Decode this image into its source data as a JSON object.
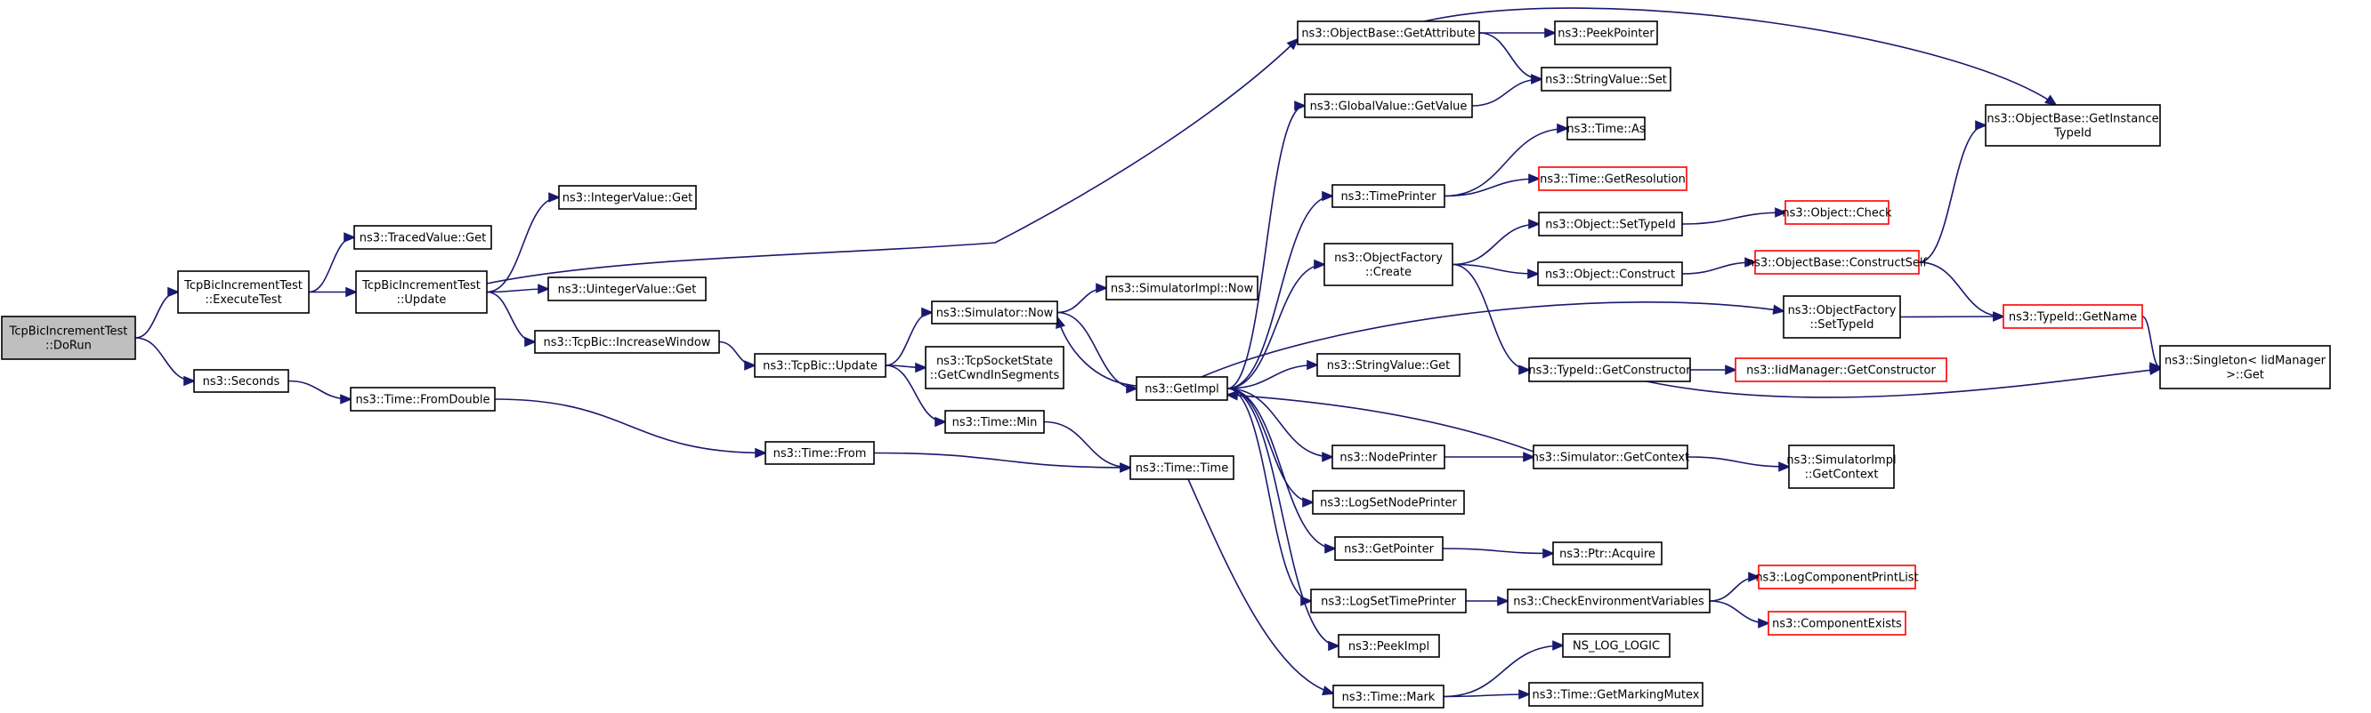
{
  "colors": {
    "edge": "#191970",
    "node_border": "#000000",
    "node_border_truncated": "#ff0000",
    "root_fill": "#bfbfbf",
    "node_fill": "#ffffff",
    "text": "#000000"
  },
  "nodes": [
    {
      "id": "dorun",
      "lines": [
        "TcpBicIncrementTest",
        "::DoRun"
      ],
      "style": "root"
    },
    {
      "id": "executetest",
      "lines": [
        "TcpBicIncrementTest",
        "::ExecuteTest"
      ]
    },
    {
      "id": "seconds",
      "lines": [
        "ns3::Seconds"
      ]
    },
    {
      "id": "tracedvalue_get",
      "lines": [
        "ns3::TracedValue::Get"
      ]
    },
    {
      "id": "update",
      "lines": [
        "TcpBicIncrementTest",
        "::Update"
      ]
    },
    {
      "id": "fromdouble",
      "lines": [
        "ns3::Time::FromDouble"
      ]
    },
    {
      "id": "integervalue_get",
      "lines": [
        "ns3::IntegerValue::Get"
      ]
    },
    {
      "id": "uintegervalue_get",
      "lines": [
        "ns3::UintegerValue::Get"
      ]
    },
    {
      "id": "increasewindow",
      "lines": [
        "ns3::TcpBic::IncreaseWindow"
      ]
    },
    {
      "id": "tcpbic_update",
      "lines": [
        "ns3::TcpBic::Update"
      ]
    },
    {
      "id": "time_from",
      "lines": [
        "ns3::Time::From"
      ]
    },
    {
      "id": "simulator_now",
      "lines": [
        "ns3::Simulator::Now"
      ]
    },
    {
      "id": "getcwndinsegments",
      "lines": [
        "ns3::TcpSocketState",
        "::GetCwndInSegments"
      ]
    },
    {
      "id": "time_min",
      "lines": [
        "ns3::Time::Min"
      ]
    },
    {
      "id": "simulatorimpl_now",
      "lines": [
        "ns3::SimulatorImpl::Now"
      ]
    },
    {
      "id": "getimpl",
      "lines": [
        "ns3::GetImpl"
      ]
    },
    {
      "id": "time_time",
      "lines": [
        "ns3::Time::Time"
      ]
    },
    {
      "id": "getattribute",
      "lines": [
        "ns3::ObjectBase::GetAttribute"
      ]
    },
    {
      "id": "globalvalue_getvalue",
      "lines": [
        "ns3::GlobalValue::GetValue"
      ]
    },
    {
      "id": "timeprinter",
      "lines": [
        "ns3::TimePrinter"
      ]
    },
    {
      "id": "objectfactory_create",
      "lines": [
        "ns3::ObjectFactory",
        "::Create"
      ]
    },
    {
      "id": "stringvalue_get",
      "lines": [
        "ns3::StringValue::Get"
      ]
    },
    {
      "id": "nodeprinter",
      "lines": [
        "ns3::NodePrinter"
      ]
    },
    {
      "id": "logsetnodeprinter",
      "lines": [
        "ns3::LogSetNodePrinter"
      ]
    },
    {
      "id": "getpointer",
      "lines": [
        "ns3::GetPointer"
      ]
    },
    {
      "id": "logsettimeprinter",
      "lines": [
        "ns3::LogSetTimePrinter"
      ]
    },
    {
      "id": "peekimpl",
      "lines": [
        "ns3::PeekImpl"
      ]
    },
    {
      "id": "time_mark",
      "lines": [
        "ns3::Time::Mark"
      ]
    },
    {
      "id": "peekpointer",
      "lines": [
        "ns3::PeekPointer"
      ]
    },
    {
      "id": "stringvalue_set",
      "lines": [
        "ns3::StringValue::Set"
      ]
    },
    {
      "id": "time_as",
      "lines": [
        "ns3::Time::As"
      ]
    },
    {
      "id": "getresolution",
      "lines": [
        "ns3::Time::GetResolution"
      ],
      "style": "truncated"
    },
    {
      "id": "object_settypeid",
      "lines": [
        "ns3::Object::SetTypeId"
      ]
    },
    {
      "id": "object_construct",
      "lines": [
        "ns3::Object::Construct"
      ]
    },
    {
      "id": "typeid_getconstructor",
      "lines": [
        "ns3::TypeId::GetConstructor"
      ]
    },
    {
      "id": "simulator_getcontext",
      "lines": [
        "ns3::Simulator::GetContext"
      ]
    },
    {
      "id": "ptr_acquire",
      "lines": [
        "ns3::Ptr::Acquire"
      ]
    },
    {
      "id": "checkenvvars",
      "lines": [
        "ns3::CheckEnvironmentVariables"
      ]
    },
    {
      "id": "ns_log_logic",
      "lines": [
        "NS_LOG_LOGIC"
      ]
    },
    {
      "id": "getmarkingmutex",
      "lines": [
        "ns3::Time::GetMarkingMutex"
      ]
    },
    {
      "id": "object_check",
      "lines": [
        "ns3::Object::Check"
      ],
      "style": "truncated"
    },
    {
      "id": "constructself",
      "lines": [
        "ns3::ObjectBase::ConstructSelf"
      ],
      "style": "truncated"
    },
    {
      "id": "objectfactory_settypeid",
      "lines": [
        "ns3::ObjectFactory",
        "::SetTypeId"
      ]
    },
    {
      "id": "iidmanager_getconstructor",
      "lines": [
        "ns3::IidManager::GetConstructor"
      ],
      "style": "truncated"
    },
    {
      "id": "simulatorimpl_getcontext",
      "lines": [
        "ns3::SimulatorImpl",
        "::GetContext"
      ]
    },
    {
      "id": "logcomponentprintlist",
      "lines": [
        "ns3::LogComponentPrintList"
      ],
      "style": "truncated"
    },
    {
      "id": "componentexists",
      "lines": [
        "ns3::ComponentExists"
      ],
      "style": "truncated"
    },
    {
      "id": "getinstancetypeid",
      "lines": [
        "ns3::ObjectBase::GetInstance",
        "TypeId"
      ]
    },
    {
      "id": "typeid_getname",
      "lines": [
        "ns3::TypeId::GetName"
      ],
      "style": "truncated"
    },
    {
      "id": "singleton_get",
      "lines": [
        "ns3::Singleton< IidManager",
        ">::Get"
      ]
    }
  ],
  "edges": [
    [
      "dorun",
      "executetest"
    ],
    [
      "dorun",
      "seconds"
    ],
    [
      "executetest",
      "tracedvalue_get"
    ],
    [
      "executetest",
      "update"
    ],
    [
      "seconds",
      "fromdouble"
    ],
    [
      "update",
      "integervalue_get"
    ],
    [
      "update",
      "uintegervalue_get"
    ],
    [
      "update",
      "increasewindow"
    ],
    [
      "update",
      "getattribute"
    ],
    [
      "increasewindow",
      "tcpbic_update"
    ],
    [
      "fromdouble",
      "time_from"
    ],
    [
      "tcpbic_update",
      "simulator_now"
    ],
    [
      "tcpbic_update",
      "getcwndinsegments"
    ],
    [
      "tcpbic_update",
      "time_min"
    ],
    [
      "time_from",
      "time_time"
    ],
    [
      "simulator_now",
      "simulatorimpl_now"
    ],
    [
      "simulator_now",
      "getimpl"
    ],
    [
      "time_min",
      "time_time"
    ],
    [
      "time_time",
      "time_mark"
    ],
    [
      "getimpl",
      "simulator_now"
    ],
    [
      "getimpl",
      "globalvalue_getvalue"
    ],
    [
      "getimpl",
      "timeprinter"
    ],
    [
      "getimpl",
      "objectfactory_create"
    ],
    [
      "getimpl",
      "objectfactory_settypeid"
    ],
    [
      "getimpl",
      "stringvalue_get"
    ],
    [
      "getimpl",
      "nodeprinter"
    ],
    [
      "getimpl",
      "logsetnodeprinter"
    ],
    [
      "getimpl",
      "getpointer"
    ],
    [
      "getimpl",
      "logsettimeprinter"
    ],
    [
      "getimpl",
      "peekimpl"
    ],
    [
      "getattribute",
      "peekpointer"
    ],
    [
      "getattribute",
      "stringvalue_set"
    ],
    [
      "getattribute",
      "getinstancetypeid"
    ],
    [
      "globalvalue_getvalue",
      "stringvalue_set"
    ],
    [
      "timeprinter",
      "time_as"
    ],
    [
      "timeprinter",
      "getresolution"
    ],
    [
      "objectfactory_create",
      "object_settypeid"
    ],
    [
      "objectfactory_create",
      "object_construct"
    ],
    [
      "objectfactory_create",
      "typeid_getconstructor"
    ],
    [
      "nodeprinter",
      "simulator_getcontext"
    ],
    [
      "getpointer",
      "ptr_acquire"
    ],
    [
      "logsettimeprinter",
      "checkenvvars"
    ],
    [
      "time_mark",
      "ns_log_logic"
    ],
    [
      "time_mark",
      "getmarkingmutex"
    ],
    [
      "object_settypeid",
      "object_check"
    ],
    [
      "object_construct",
      "constructself"
    ],
    [
      "typeid_getconstructor",
      "iidmanager_getconstructor"
    ],
    [
      "typeid_getconstructor",
      "singleton_get"
    ],
    [
      "simulator_getcontext",
      "getimpl"
    ],
    [
      "simulator_getcontext",
      "simulatorimpl_getcontext"
    ],
    [
      "checkenvvars",
      "logcomponentprintlist"
    ],
    [
      "checkenvvars",
      "componentexists"
    ],
    [
      "constructself",
      "getinstancetypeid"
    ],
    [
      "constructself",
      "typeid_getname"
    ],
    [
      "objectfactory_settypeid",
      "typeid_getname"
    ],
    [
      "typeid_getname",
      "singleton_get"
    ]
  ]
}
